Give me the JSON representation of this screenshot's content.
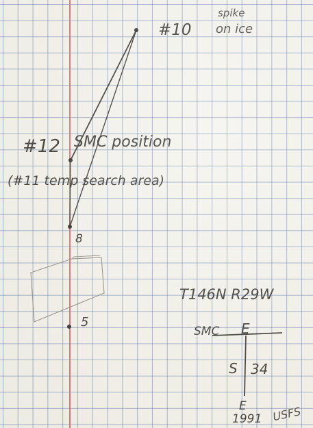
{
  "notes": {
    "top_right_1": "spike",
    "top_right_2": "on ice",
    "station_10": "#10",
    "station_12": "#12",
    "smc_position": "SMC position",
    "search_area": "(#11 temp search area)",
    "station_8": "8",
    "station_5": "5"
  },
  "survey": {
    "township_range": "T146N R29W",
    "smc": "SMC",
    "east": "E",
    "section_s": "S",
    "section_number": "34",
    "bottom_e": "E",
    "year": "1991",
    "agency": "USFS"
  },
  "colors": {
    "ink": "#2a2622",
    "margin_line": "#e0505a",
    "grid": "#466eaa"
  }
}
